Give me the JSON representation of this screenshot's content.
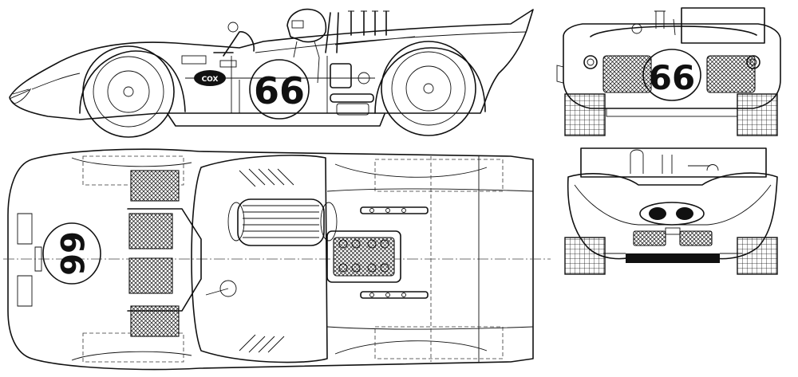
{
  "drawing": {
    "race_number": "66",
    "top_number": "66",
    "sponsor_decal": "COX",
    "views": [
      "side",
      "top",
      "front",
      "rear"
    ]
  },
  "colors": {
    "line": "#111111",
    "paper": "#ffffff"
  }
}
